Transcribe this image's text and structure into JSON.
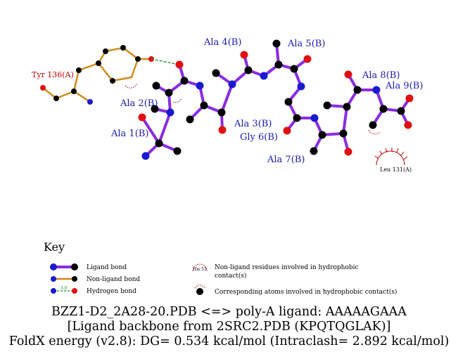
{
  "residue_labels": {
    "tyr136": "Tyr 136(A)",
    "ala1": "Ala 1(B)",
    "ala2": "Ala 2(B)",
    "ala3": "Ala 3(B)",
    "ala4": "Ala 4(B)",
    "ala5": "Ala 5(B)",
    "gly6": "Gly 6(B)",
    "ala7": "Ala 7(B)",
    "ala8": "Ala 8(B)",
    "ala9": "Ala 9(B)",
    "leu131": "Leu 131(A)"
  },
  "key": {
    "title": "Key",
    "ligand_bond": "Ligand bond",
    "nonligand_bond": "Non-ligand bond",
    "hydrogen_bond": "Hydrogen bond",
    "hbond_length": "3.0",
    "hydrophobic_residue_sample": "His 53",
    "hydrophobic_residues_line1": "Non-ligand residues involved in hydrophobic",
    "hydrophobic_residues_line2": "contact(s)",
    "hydrophobic_atoms": "Corresponding atoms involved in hydrophobic contact(s)"
  },
  "caption": {
    "line1": "BZZ1-D2_2A28-20.PDB <=> poly-A ligand: AAAAAGAAA",
    "line2": "[Ligand backbone from 2SRC2.PDB (KPQTQGLAK)]",
    "line3": "FoldX energy (v2.8): DG= 0.534 kcal/mol (Intraclash= 2.892 kcal/mol)"
  },
  "colors": {
    "ligand_bond": "#8a2be2",
    "nonligand_bond": "#d08a1a",
    "hbond": "#1a8a1a",
    "carbon": "#000000",
    "nitrogen": "#1a1ad0",
    "oxygen": "#e01010",
    "residue_label": "#1a1ab4",
    "protein_label": "#c00000"
  }
}
